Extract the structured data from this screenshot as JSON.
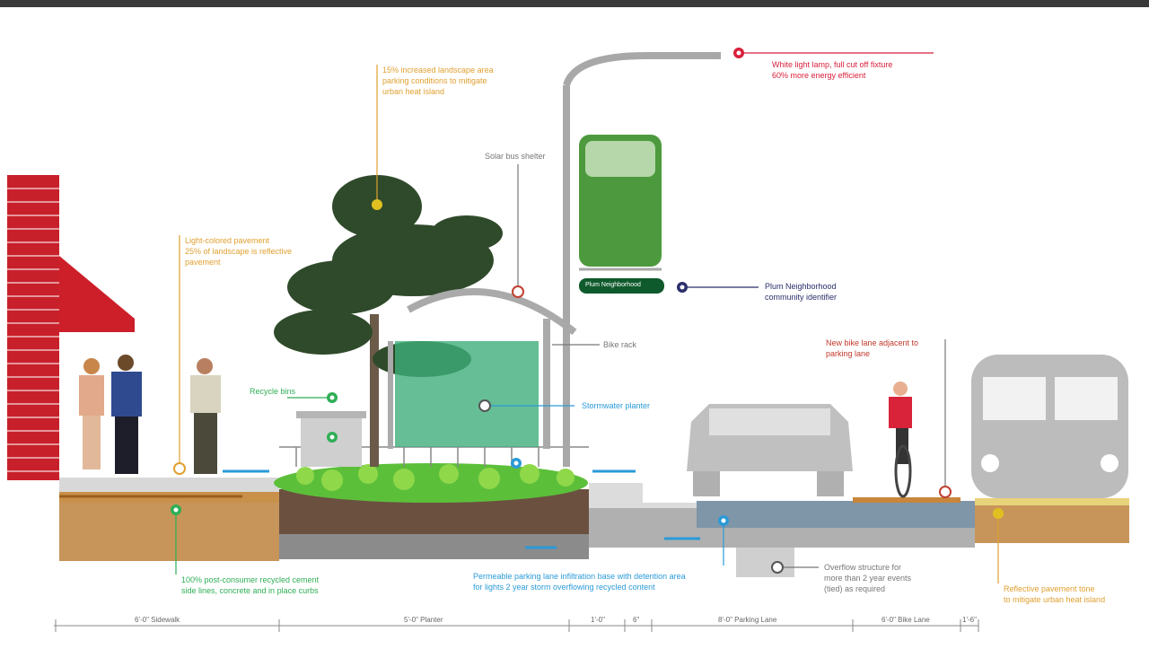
{
  "colors": {
    "red": "#d81f3a",
    "orange": "#e0a030",
    "blue": "#2a9ad8",
    "green": "#2fae55",
    "navy": "#2b2f6b",
    "gray": "#777777"
  },
  "callouts": {
    "light": [
      "White light lamp, full cut off fixture",
      "60% more energy efficient"
    ],
    "tree": [
      "15% increased landscape area",
      "parking conditions to mitigate",
      "urban heat island"
    ],
    "pavement": [
      "Light-colored pavement",
      "25% of landscape is reflective",
      "pavement"
    ],
    "shelter": "Solar bus shelter",
    "identifier": [
      "Plum Neighborhood",
      "community identifier"
    ],
    "bike_rack": "Bike rack",
    "recycle": "Recycle bins",
    "stormwater": "Stormwater planter",
    "bike_lane": [
      "New bike lane adjacent to",
      "parking lane"
    ],
    "concrete": [
      "100% post-consumer recycled cement",
      "side lines, concrete and in place curbs"
    ],
    "permeable": [
      "Permeable parking lane infiltration base with detention area",
      "for lights 2 year storm overflowing recycled content"
    ],
    "overflow": [
      "Overflow structure for",
      "more than 2 year events",
      "(tied) as required"
    ],
    "reflective": [
      "Reflective pavement tone",
      "to mitigate urban heat island"
    ]
  },
  "sign_text": "Plum Neighborhood",
  "dimensions": [
    "6'-0\" Sidewalk",
    "5'-0\" Planter",
    "1'-0\"",
    "6\"",
    "8'-0\" Parking Lane",
    "6'-0\" Bike Lane",
    "1'-6\""
  ]
}
